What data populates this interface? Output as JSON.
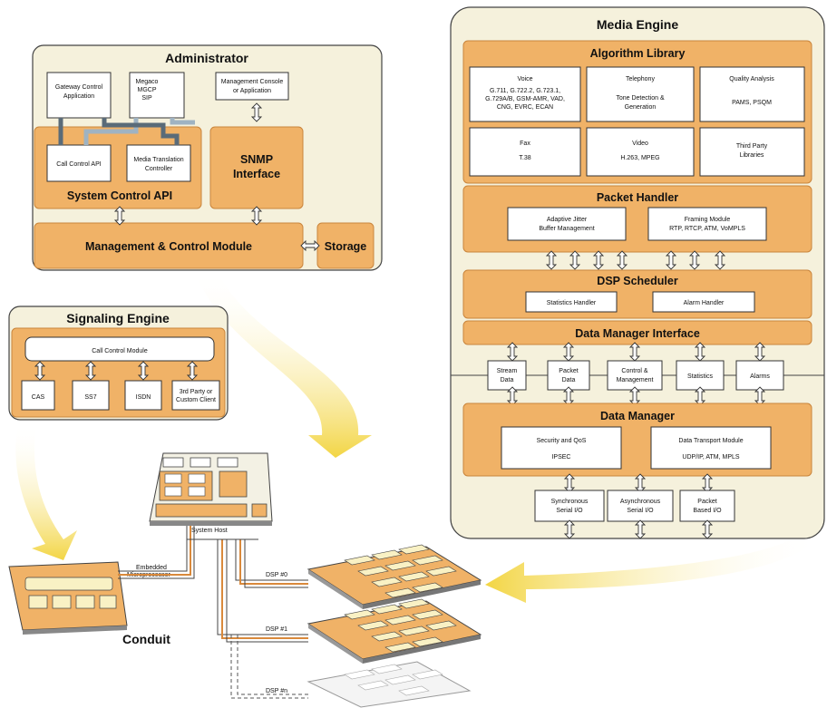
{
  "administrator": {
    "title": "Administrator",
    "gateway_app": [
      "Gateway Control",
      "Application"
    ],
    "megaco": [
      "Megaco",
      "MGCP",
      "SIP"
    ],
    "mgmt_console": [
      "Management Console",
      "or Application"
    ],
    "call_control_api": "Call Control API",
    "media_translation": [
      "Media Translation",
      "Controller"
    ],
    "system_control_api": "System Control API",
    "snmp": [
      "SNMP",
      "Interface"
    ],
    "mgmt_control_module": "Management & Control Module",
    "storage": "Storage"
  },
  "signaling": {
    "title": "Signaling Engine",
    "call_control_module": "Call Control Module",
    "cas": "CAS",
    "ss7": "SS7",
    "isdn": "ISDN",
    "third_party": [
      "3rd Party or",
      "Custom Client"
    ]
  },
  "media": {
    "title": "Media Engine",
    "algorithm_library": "Algorithm Library",
    "voice_title": "Voice",
    "voice_lines": [
      "G.711, G.722.2, G.723.1,",
      "G.729A/B, GSM-AMR, VAD,",
      "CNG, EVRC, ECAN"
    ],
    "telephony_title": "Telephony",
    "telephony_lines": [
      "Tone Detection &",
      "Generation"
    ],
    "quality_title": "Quality Analysis",
    "quality_lines": [
      "PAMS, PSQM"
    ],
    "fax_title": "Fax",
    "fax_lines": [
      "T.38"
    ],
    "video_title": "Video",
    "video_lines": [
      "H.263, MPEG"
    ],
    "third_party_libs": [
      "Third Party",
      "Libraries"
    ],
    "packet_handler": "Packet Handler",
    "jitter": [
      "Adaptive Jitter",
      "Buffer Management"
    ],
    "framing": [
      "Framing Module",
      "RTP, RTCP, ATM, VoMPLS"
    ],
    "dsp_scheduler": "DSP Scheduler",
    "statistics_handler": "Statistics Handler",
    "alarm_handler": "Alarm Handler",
    "data_manager_interface": "Data Manager Interface",
    "stream_data": [
      "Stream",
      "Data"
    ],
    "packet_data": [
      "Packet",
      "Data"
    ],
    "control_mgmt": [
      "Control &",
      "Management"
    ],
    "statistics": "Statistics",
    "alarms": "Alarms",
    "data_manager": "Data Manager",
    "security_title": "Security and QoS",
    "security_lines": [
      "IPSEC"
    ],
    "transport_title": "Data Transport Module",
    "transport_lines": [
      "UDP/IP, ATM, MPLS"
    ],
    "sync_io": [
      "Synchronous",
      "Serial I/O"
    ],
    "async_io": [
      "Asynchronous",
      "Serial I/O"
    ],
    "packet_io": [
      "Packet",
      "Based I/O"
    ]
  },
  "hardware": {
    "system_host": "System Host",
    "embedded": [
      "Embedded",
      "Microprocessor"
    ],
    "dsp0": "DSP #0",
    "dsp1": "DSP #1",
    "dspn": "DSP #n",
    "conduit": "Conduit"
  },
  "colors": {
    "panel": "#f5f1dc",
    "orange": "#f0b267",
    "arrow_yellow": "#f2d33a"
  }
}
